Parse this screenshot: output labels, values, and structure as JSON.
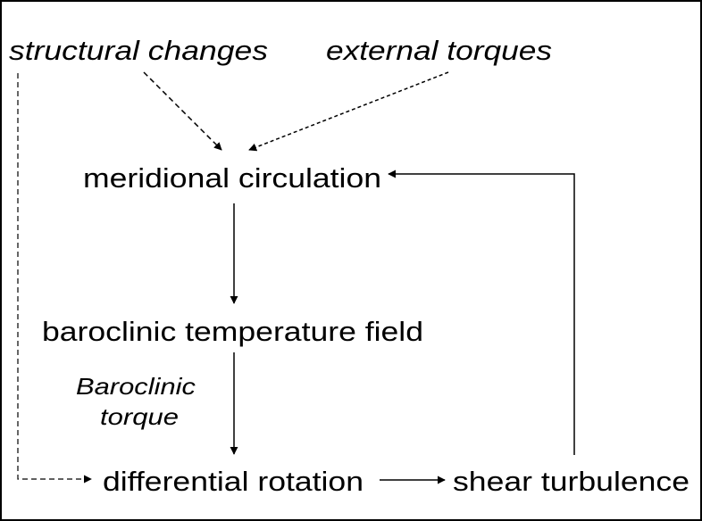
{
  "nodes": {
    "structural_changes": "structural changes",
    "external_torques": "external torques",
    "meridional_circulation": "meridional circulation",
    "baroclinic_temperature_field": "baroclinic temperature field",
    "baroclinic_torque_line1": "Baroclinic",
    "baroclinic_torque_line2": "torque",
    "differential_rotation": "differential rotation",
    "shear_turbulence": "shear turbulence"
  },
  "edges": [
    {
      "from": "structural changes",
      "to": "meridional circulation",
      "style": "dashed"
    },
    {
      "from": "external torques",
      "to": "meridional circulation",
      "style": "dashed"
    },
    {
      "from": "structural changes",
      "to": "differential rotation",
      "style": "dashed"
    },
    {
      "from": "meridional circulation",
      "to": "baroclinic temperature field",
      "style": "solid"
    },
    {
      "from": "baroclinic temperature field",
      "to": "differential rotation",
      "style": "solid",
      "label": "Baroclinic torque"
    },
    {
      "from": "differential rotation",
      "to": "shear turbulence",
      "style": "solid"
    },
    {
      "from": "shear turbulence",
      "to": "meridional circulation",
      "style": "solid"
    }
  ],
  "colors": {
    "line": "#000000",
    "background": "#ffffff"
  }
}
